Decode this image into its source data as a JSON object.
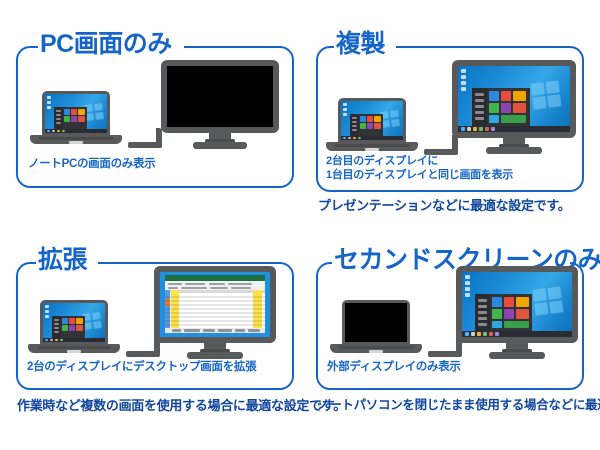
{
  "graphic": {
    "kind": "display-mode-infographic",
    "background_color": "#ffffff",
    "accent_color": "#1565c8",
    "subtext_color": "#10469e",
    "device_color": "#58595b"
  },
  "panels": [
    {
      "id": "pc-screen-only",
      "title": "PC画面のみ",
      "caption": "ノートPCの画面のみ表示",
      "footnote": "",
      "laptop_state": "on",
      "monitor_state": "off",
      "monitor_content": "blank"
    },
    {
      "id": "duplicate",
      "title": "複製",
      "caption": "2台目のディスプレイに\n1台目のディスプレイと同じ画面を表示",
      "caption_line1": "2台目のディスプレイに",
      "caption_line2": "1台目のディスプレイと同じ画面を表示",
      "footnote": "プレゼンテーションなどに最適な設定です。",
      "laptop_state": "on",
      "monitor_state": "on",
      "monitor_content": "windows-desktop"
    },
    {
      "id": "extend",
      "title": "拡張",
      "caption": "2台のディスプレイにデスクトップ画面を拡張",
      "footnote": "作業時など複数の画面を使用する場合に最適な設定です。",
      "laptop_state": "on",
      "monitor_state": "on",
      "monitor_content": "spreadsheet"
    },
    {
      "id": "second-screen-only",
      "title": "セカンドスクリーンのみ",
      "caption": "外部ディスプレイのみ表示",
      "footnote": "ノートパソコンを閉じたまま使用する場合などに最適な設定です。",
      "laptop_state": "off",
      "monitor_state": "on",
      "monitor_content": "windows-desktop"
    }
  ]
}
